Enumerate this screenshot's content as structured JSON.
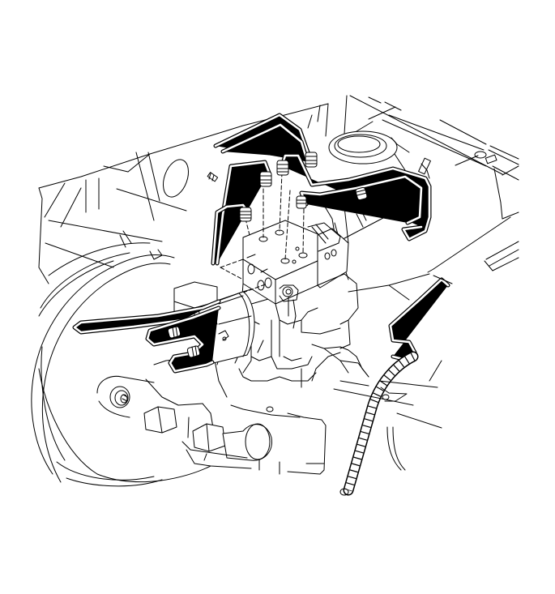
{
  "figure": {
    "type": "technical line illustration",
    "style": "black line art on white background",
    "colors": {
      "background": "#ffffff",
      "line": "#000000"
    },
    "components": [
      {
        "id": "firewall-panel",
        "label": ""
      },
      {
        "id": "strut-tower",
        "label": ""
      },
      {
        "id": "brake-booster",
        "label": ""
      },
      {
        "id": "master-cylinder",
        "label": ""
      },
      {
        "id": "abs-modulator-valve",
        "label": ""
      },
      {
        "id": "brake-pipes",
        "label": ""
      },
      {
        "id": "pipe-fittings",
        "label": ""
      },
      {
        "id": "mounting-bracket",
        "label": ""
      },
      {
        "id": "wiring-harness-conduit",
        "label": ""
      },
      {
        "id": "booster-nut",
        "label": ""
      }
    ],
    "text_labels": []
  }
}
